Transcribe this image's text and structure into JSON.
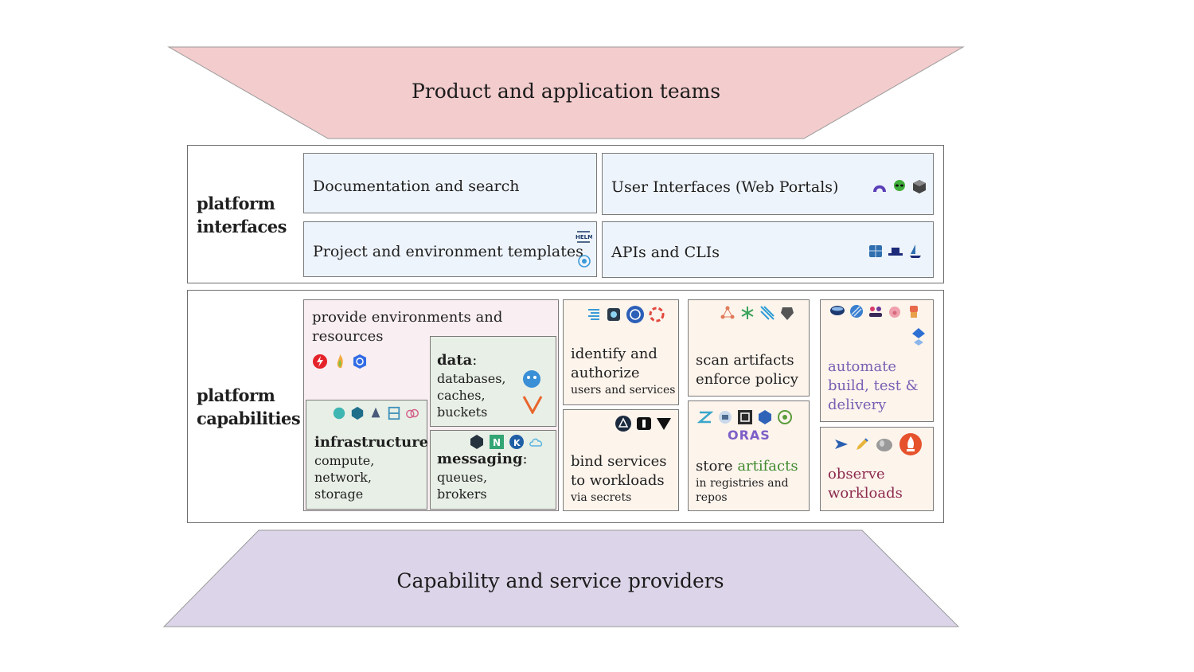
{
  "top_band": {
    "title": "Product and application teams",
    "color": "#f3cccd"
  },
  "bottom_band": {
    "title": "Capability and service providers",
    "color": "#dcd4e8"
  },
  "interfaces": {
    "label_line1": "platform",
    "label_line2": "interfaces",
    "docs": "Documentation and search",
    "ui": "User Interfaces (Web Portals)",
    "templates": "Project and environment templates",
    "apis": "APIs and CLIs"
  },
  "capabilities": {
    "label_line1": "platform",
    "label_line2": "capabilities",
    "provide_line1": "provide environments and",
    "provide_line2": "resources",
    "data_title": "data",
    "data_colon": ":",
    "data_lines": [
      "databases,",
      "caches,",
      "buckets"
    ],
    "infra_title": "infrastructure",
    "infra_colon": ":",
    "infra_lines": [
      "compute,",
      "network,",
      "storage"
    ],
    "messaging_title": "messaging",
    "messaging_colon": ":",
    "messaging_lines": [
      "queues,",
      "brokers"
    ],
    "identify_line1": "identify and",
    "identify_line2": "authorize",
    "identify_sub": "users and services",
    "bind_line1": "bind services",
    "bind_line2": "to workloads",
    "bind_sub": "via secrets",
    "scan_line1": "scan artifacts",
    "scan_line2": "enforce policy",
    "store_word": "store",
    "store_highlight": "artifacts",
    "store_sub1": "in registries and",
    "store_sub2": "repos",
    "oras_logo": "ORAS",
    "automate_lines": [
      "automate",
      "build, test &",
      "delivery"
    ],
    "observe_lines": [
      "observe",
      "workloads"
    ]
  },
  "icons": {
    "ui": [
      "backstage-icon",
      "alien-icon",
      "cube-stack-icon"
    ],
    "templates": [
      "helm-icon",
      "cycle-icon"
    ],
    "apis": [
      "cube-icon",
      "hat-icon",
      "sailboat-icon"
    ],
    "provide": [
      "lightning-icon",
      "flame-icon",
      "kubernetes-icon"
    ],
    "infra": [
      "brain-icon",
      "hex-icon",
      "sail-icon",
      "server-icon",
      "cloud-icon"
    ],
    "data": [
      "gear-robot-icon",
      "v-icon"
    ],
    "messaging": [
      "box-icon",
      "nats-icon",
      "k-icon",
      "cloud-outline-icon"
    ],
    "identify": [
      "list-icon",
      "shield-icon",
      "anchor-badge-icon",
      "spinner-icon"
    ],
    "bind": [
      "triangle-badge-icon",
      "one-icon",
      "down-triangle-icon"
    ],
    "scan": [
      "network-icon",
      "tree-icon",
      "bird-icon",
      "horned-icon"
    ],
    "store": [
      "z-icon",
      "registry-icon",
      "frame-icon",
      "hexagon-icon",
      "circle-g-icon"
    ],
    "automate": [
      "bowl-icon",
      "stripe-ball-icon",
      "group-icon",
      "pig-icon",
      "robot-icon",
      "diamond-icon"
    ],
    "observe": [
      "plane-icon",
      "pencil-icon",
      "elephant-icon",
      "fire-circle-icon"
    ]
  }
}
